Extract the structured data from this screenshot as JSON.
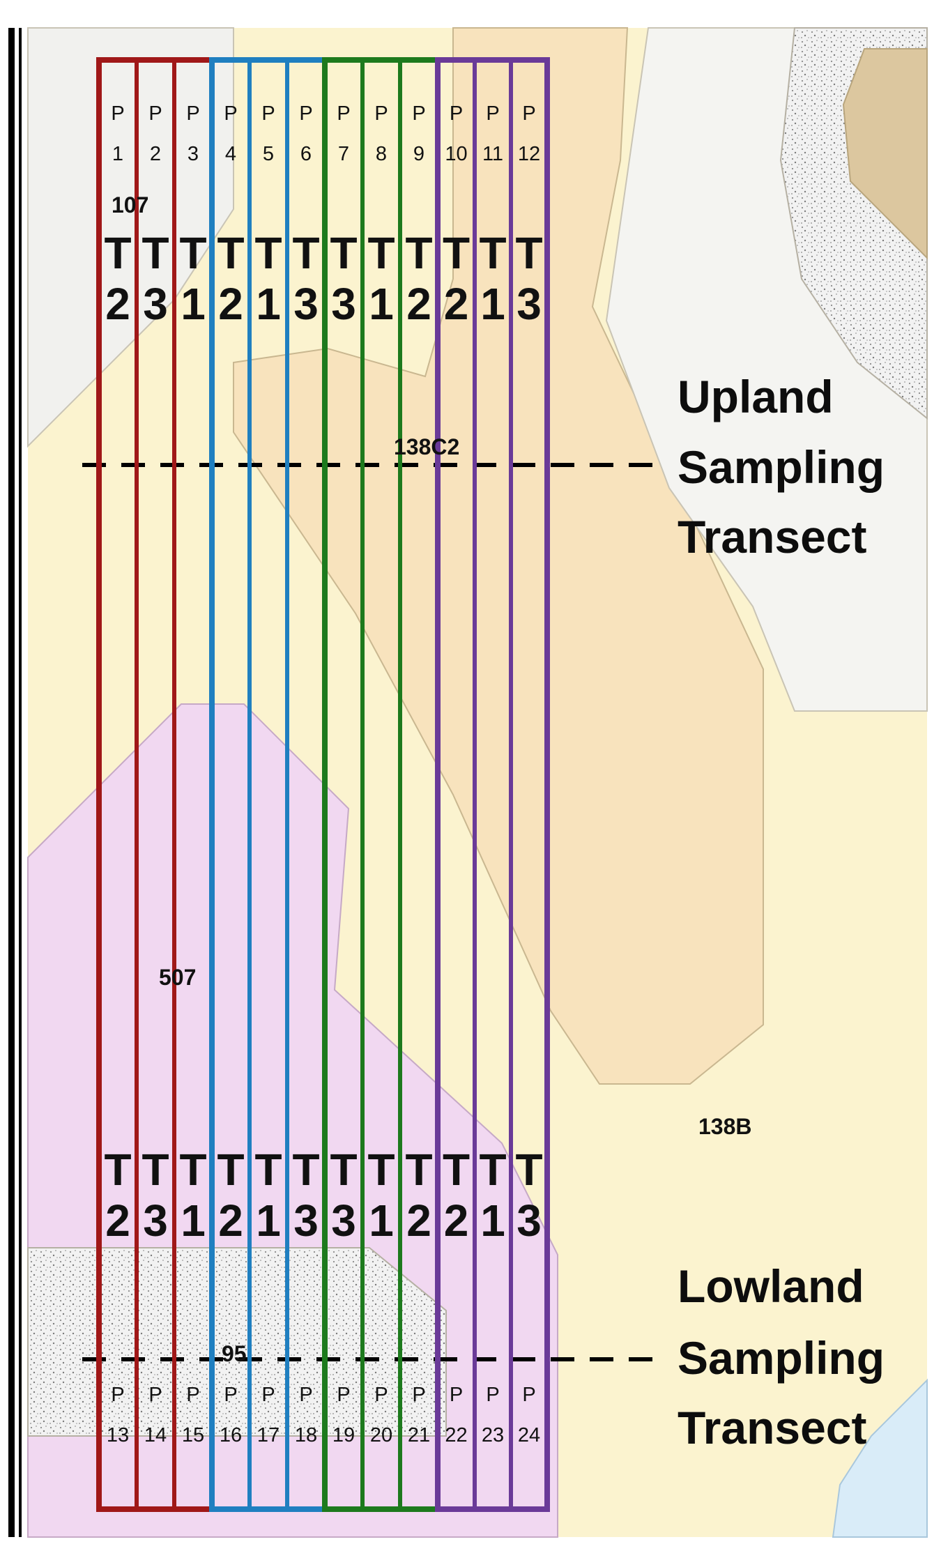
{
  "map_units": {
    "u107": "107",
    "u138C2": "138C2",
    "u507": "507",
    "u138B": "138B",
    "u95": "95"
  },
  "transects": {
    "upland": [
      "Upland",
      "Sampling",
      "Transect"
    ],
    "lowland": [
      "Lowland",
      "Sampling",
      "Transect"
    ]
  },
  "colors": {
    "block1": "#a01818",
    "block2": "#1f7fc0",
    "block3": "#1d7a1d",
    "block4": "#6a3a98",
    "soil_upland": "#fbf3cf",
    "soil_ridge": "#f8e3bd",
    "soil_lowland": "#f1d8f1",
    "soil_gravel": "#ececec",
    "soil_rock": "#dcc79f",
    "water": "#d9ecf8"
  },
  "plots": {
    "prefix": "P",
    "top": [
      "1",
      "2",
      "3",
      "4",
      "5",
      "6",
      "7",
      "8",
      "9",
      "10",
      "11",
      "12"
    ],
    "bottom": [
      "13",
      "14",
      "15",
      "16",
      "17",
      "18",
      "19",
      "20",
      "21",
      "22",
      "23",
      "24"
    ]
  },
  "treatments": {
    "letter": "T",
    "values": [
      "2",
      "3",
      "1",
      "2",
      "1",
      "3",
      "3",
      "1",
      "2",
      "2",
      "1",
      "3"
    ]
  }
}
